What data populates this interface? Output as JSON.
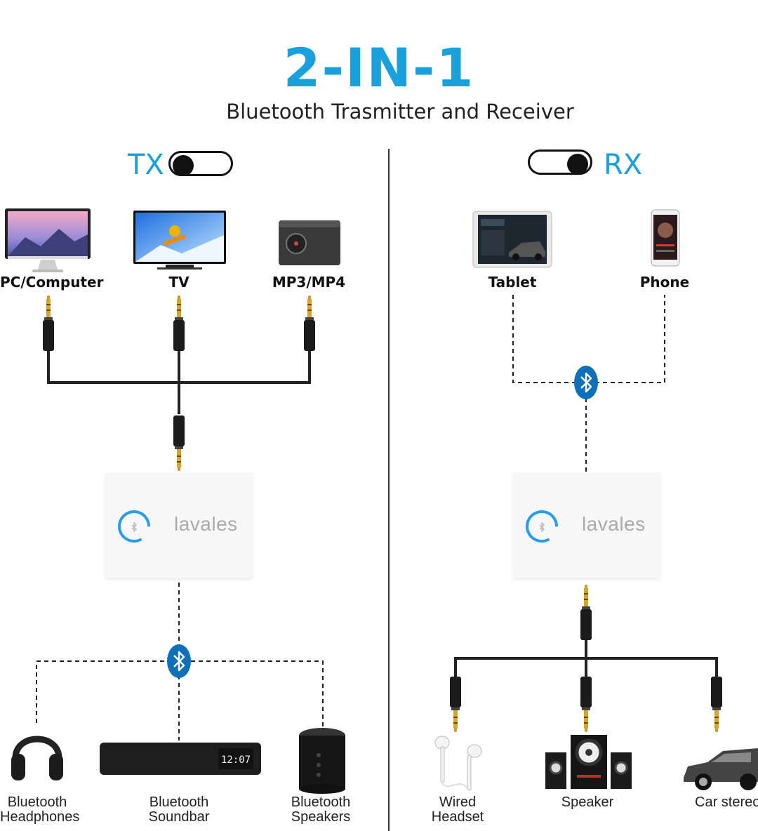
{
  "header": {
    "headline": "2-IN-1",
    "subheadline": "Bluetooth Trasmitter and Receiver"
  },
  "tx": {
    "mode_label": "TX",
    "sources": [
      {
        "label": "PC/Computer",
        "icon": "monitor-icon"
      },
      {
        "label": "TV",
        "icon": "tv-icon"
      },
      {
        "label": "MP3/MP4",
        "icon": "mp3-player-icon"
      }
    ],
    "outputs": [
      {
        "line1": "Bluetooth",
        "line2": "Headphones",
        "icon": "headphones-icon"
      },
      {
        "line1": "Bluetooth",
        "line2": "Soundbar",
        "icon": "soundbar-icon"
      },
      {
        "line1": "Bluetooth",
        "line2": "Speakers",
        "icon": "speaker-icon"
      }
    ],
    "hub_brand": "lavales",
    "soundbar_display": "12:07"
  },
  "rx": {
    "mode_label": "RX",
    "sources": [
      {
        "label": "Tablet",
        "icon": "tablet-icon"
      },
      {
        "label": "Phone",
        "icon": "phone-icon"
      }
    ],
    "outputs": [
      {
        "line1": "Wired",
        "line2": "Headset",
        "icon": "earphones-icon"
      },
      {
        "line1": "Speaker",
        "line2": "",
        "icon": "speaker-system-icon"
      },
      {
        "line1": "Car stereo",
        "line2": "",
        "icon": "car-icon"
      }
    ],
    "hub_brand": "lavales"
  },
  "colors": {
    "accent": "#1aa1dc",
    "bluetooth_badge": "#0f6fb8",
    "cable": "#222222",
    "plug_gold": "#d4a62a"
  }
}
